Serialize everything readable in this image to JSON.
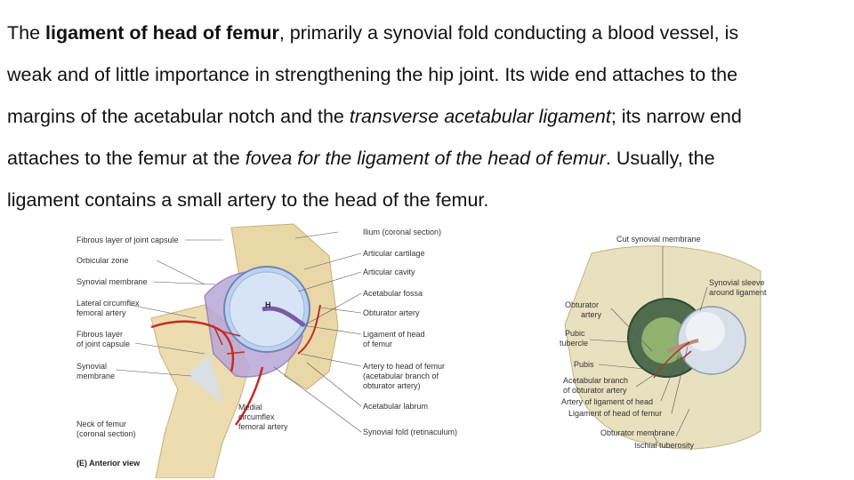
{
  "paragraph": {
    "l1_a": "The ",
    "l1_b": "ligament of head of femur",
    "l1_c": ", primarily a synovial fold conducting a blood vessel, is",
    "l2": "weak and of little importance in strengthening the hip joint. Its wide end attaches to the",
    "l3_a": "margins of the acetabular notch and the ",
    "l3_b": "transverse acetabular ligament",
    "l3_c": "; its narrow end",
    "l4_a": "attaches to the femur at the ",
    "l4_b": "fovea for the ligament of the head of femur",
    "l4_c": ". Usually, the",
    "l5": "ligament contains a small artery to the head of the femur."
  },
  "figure_left": {
    "labels_left": [
      "Fibrous layer of joint capsule",
      "Orbicular zone",
      "Synovial membrane",
      "Lateral circumflex",
      "femoral artery",
      "Fibrous layer",
      "of joint capsule",
      "Synovial",
      "membrane",
      "Neck of femur",
      "(coronal section)"
    ],
    "labels_right": [
      "Ilium (coronal section)",
      "Articular cartilage",
      "Articular cavity",
      "Acetabular fossa",
      "Obturator artery",
      "Ligament of head",
      "of femur",
      "Artery to head of femur",
      "(acetabular branch of",
      "obturator artery)",
      "Acetabular labrum",
      "Synovial fold (retinaculum)"
    ],
    "labels_bottom": [
      "Medial",
      "circumflex",
      "femoral artery"
    ],
    "head_marker": "H",
    "caption": "(E) Anterior view"
  },
  "figure_right": {
    "labels": [
      "Cut synovial membrane",
      "Synovial sleeve",
      "around ligament",
      "Obturator",
      "artery",
      "Pubic",
      "tubercle",
      "Pubis",
      "Acetabular branch",
      "of obturator artery",
      "Artery of ligament of head",
      "Ligament of head of femur",
      "Obturator membrane",
      "Ischial tuberosity"
    ]
  }
}
